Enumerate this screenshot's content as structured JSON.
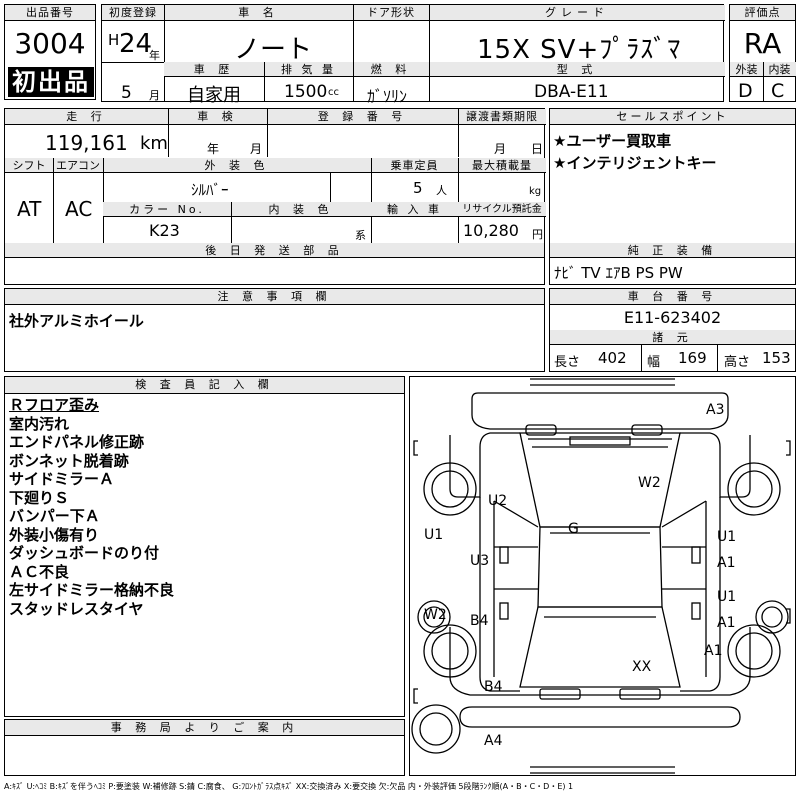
{
  "lot": {
    "header": "出品番号",
    "number": "3004",
    "badge": "初出品"
  },
  "reg": {
    "header": "初度登録",
    "era": "H",
    "year": "24",
    "year_unit": "年",
    "month": "5",
    "month_unit": "月"
  },
  "car": {
    "header": "車 名",
    "name": "ノート"
  },
  "door": {
    "header": "ドア形状",
    "value": ""
  },
  "grade": {
    "header": "グレード",
    "value": "15X SV+ﾌﾟﾗｽﾞﾏ"
  },
  "rating": {
    "header": "評価点",
    "value": "RA",
    "ext_header": "外装",
    "int_header": "内装",
    "ext_value": "D",
    "int_value": "C"
  },
  "history": {
    "header": "車 歴",
    "value": "自家用"
  },
  "displacement": {
    "header": "排 気 量",
    "value": "1500",
    "unit": "cc"
  },
  "fuel": {
    "header": "燃 料",
    "value": "ｶﾞｿﾘﾝ"
  },
  "model": {
    "header": "型 式",
    "value": "DBA-E11"
  },
  "mileage": {
    "header": "走 行",
    "value": "119,161",
    "unit": "km"
  },
  "inspection": {
    "header": "車 検",
    "year_unit": "年",
    "month_unit": "月"
  },
  "plate": {
    "header": "登 録 番 号"
  },
  "transfer": {
    "header": "譲渡書類期限",
    "month_unit": "月",
    "day_unit": "日"
  },
  "shift": {
    "header": "シフト",
    "value": "AT"
  },
  "aircon": {
    "header": "エアコン",
    "value": "AC"
  },
  "exterior_color": {
    "header": "外 装 色",
    "value": "ｼﾙﾊﾞｰ"
  },
  "capacity": {
    "header": "乗車定員",
    "value": "5",
    "unit": "人"
  },
  "load": {
    "header": "最大積載量",
    "unit": "kg"
  },
  "color_no": {
    "header": "カラー No.",
    "value": "K23"
  },
  "interior_color": {
    "header": "内 装 色",
    "unit": "系"
  },
  "import": {
    "header": "輸 入 車"
  },
  "recycle": {
    "header": "リサイクル預託金",
    "value": "10,280",
    "unit": "円"
  },
  "later": {
    "header": "後 日 発 送 部 品"
  },
  "sales": {
    "header": "セールスポイント",
    "items": [
      "★ユーザー買取車",
      "★インテリジェントキー"
    ]
  },
  "equipment": {
    "header": "純 正 装 備",
    "value": "ﾅﾋﾞ TV ｴｱB PS PW"
  },
  "notes": {
    "header": "注 意 事 項 欄",
    "value": "社外アルミホイール"
  },
  "chassis": {
    "header": "車 台 番 号",
    "value": "E11-623402"
  },
  "dimensions": {
    "header": "諸 元",
    "length_label": "長さ",
    "length": "402",
    "width_label": "幅",
    "width": "169",
    "height_label": "高さ",
    "height": "153"
  },
  "inspector": {
    "header": "検 査 員 記 入 欄",
    "items": [
      "Ｒフロア歪み",
      "室内汚れ",
      "エンドパネル修正跡",
      "ボンネット脱着跡",
      "サイドミラーＡ",
      "下廻りＳ",
      "バンパー下Ａ",
      "外装小傷有り",
      "ダッシュボードのり付",
      "ＡＣ不良",
      "左サイドミラー格納不良",
      "スタッドレスタイヤ"
    ]
  },
  "office": {
    "header": "事 務 局 よ り ご 案 内"
  },
  "diagram_marks": {
    "A3": "A3",
    "W2_top": "W2",
    "U2": "U2",
    "G": "G",
    "U1_left": "U1",
    "U3": "U3",
    "W2_left": "W2",
    "B4_mid": "B4",
    "B4_low": "B4",
    "U1_r1": "U1",
    "A1_r1": "A1",
    "U1_r2": "U1",
    "A1_r2": "A1",
    "A1_r3": "A1",
    "XX": "XX",
    "A4": "A4"
  },
  "legend": "A:ｷｽﾞ U:ﾍｺﾐ B:ｷｽﾞを伴うﾍｺﾐ P:要塗装 W:補修跡 S:錆 C:腐食、 G:ﾌﾛﾝﾄｶﾞﾗｽ点ｷｽﾞ XX:交換済み X:要交換 欠:欠品 内・外装評価 5段階ﾗﾝｸ順(A・B・C・D・E) 1"
}
